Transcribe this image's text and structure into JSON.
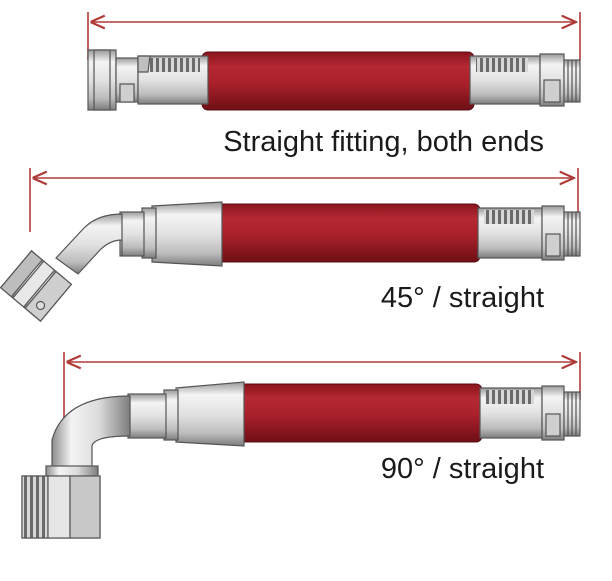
{
  "colors": {
    "hose_red": "#a8202a",
    "hose_dark": "#7c1219",
    "dimension_line": "#b03a3a",
    "metal_light": "#f2f2f2",
    "metal_mid": "#c8c8c8",
    "metal_dark": "#8a8a8a",
    "outline": "#555555"
  },
  "assemblies": [
    {
      "caption": "Straight fitting, both ends",
      "left_end": "straight",
      "right_end": "straight"
    },
    {
      "caption": "45° / straight",
      "left_end": "elbow-45",
      "right_end": "straight"
    },
    {
      "caption": "90° / straight",
      "left_end": "elbow-90",
      "right_end": "straight"
    }
  ]
}
